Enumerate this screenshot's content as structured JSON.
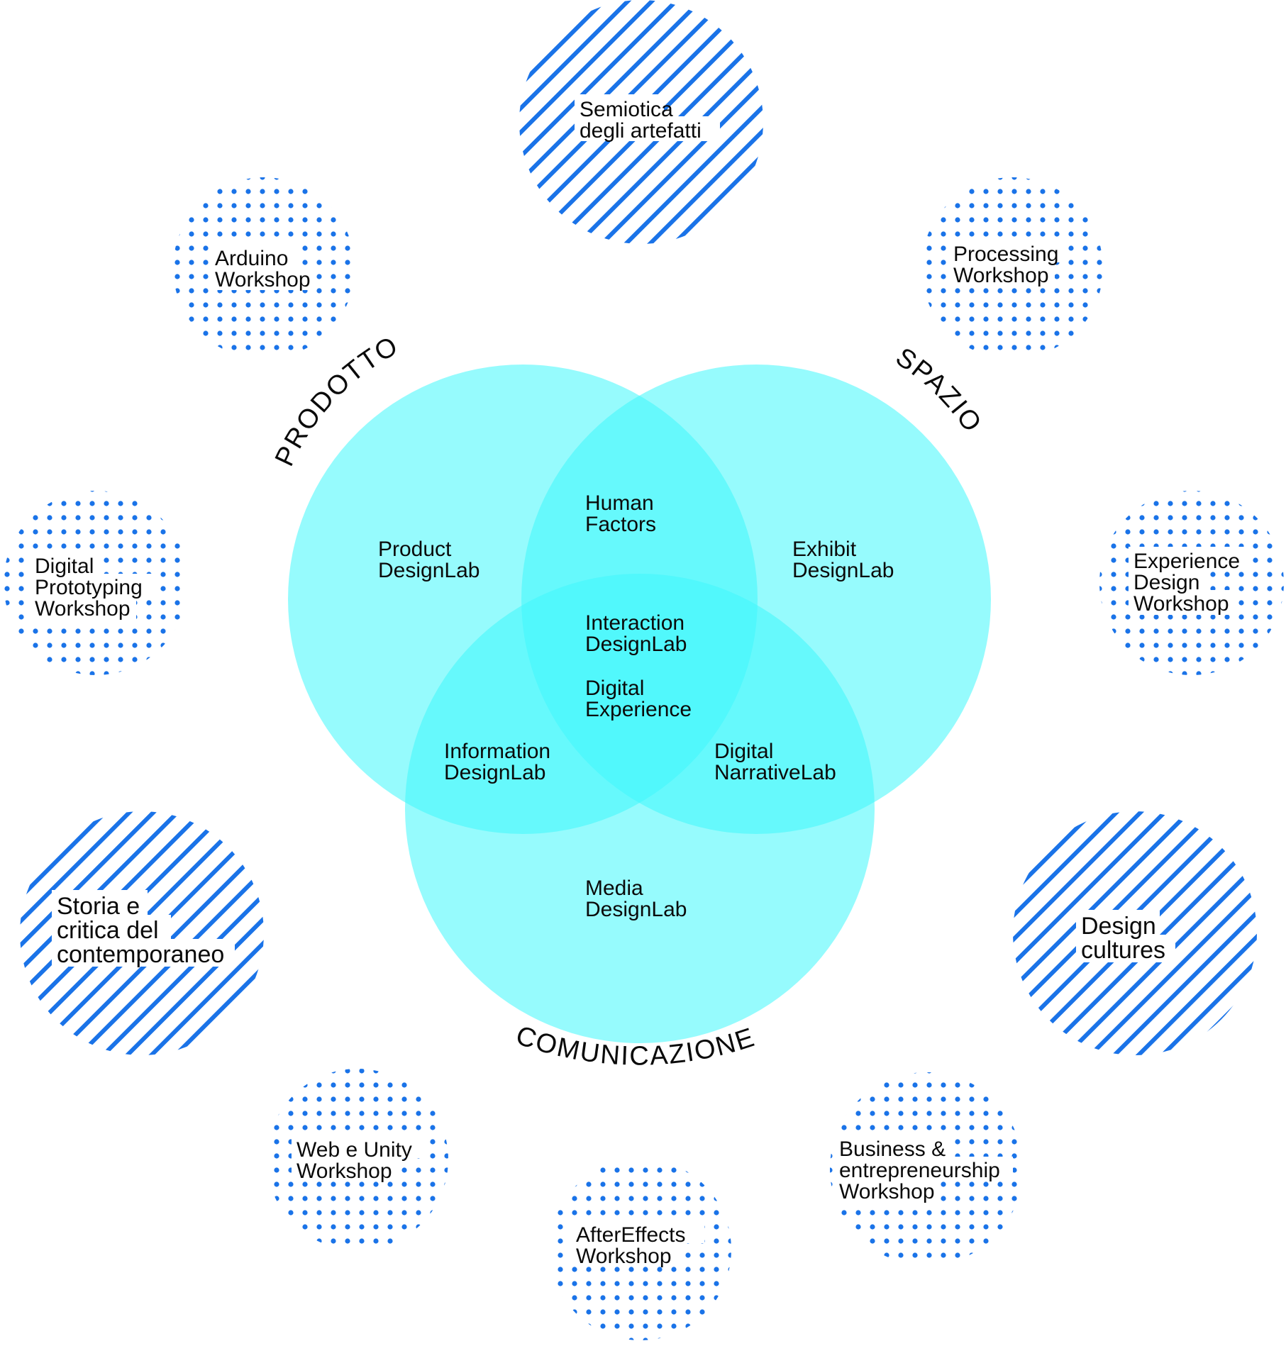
{
  "colors": {
    "venn_fill": "#3ff7fb",
    "venn_opacity": 0.55,
    "pattern_color": "#1a73e8",
    "text_color": "#0a0a0a",
    "background": "#ffffff"
  },
  "domains": {
    "prodotto": "PRODOTTO",
    "spazio": "SPAZIO",
    "comunicazione": "COMUNICAZIONE"
  },
  "venn_labels": {
    "product_lab": [
      "Product",
      "DesignLab"
    ],
    "exhibit_lab": [
      "Exhibit",
      "DesignLab"
    ],
    "human_factors": [
      "Human",
      "Factors"
    ],
    "interaction_lab": [
      "Interaction",
      "DesignLab"
    ],
    "digital_experience": [
      "Digital",
      "Experience"
    ],
    "information_lab": [
      "Information",
      "DesignLab"
    ],
    "digital_narrative": [
      "Digital",
      "NarrativeLab"
    ],
    "media_lab": [
      "Media",
      "DesignLab"
    ]
  },
  "satellites": {
    "semiotica": {
      "lines": [
        "Semiotica",
        "degli artefatti"
      ],
      "pattern": "stripes"
    },
    "arduino": {
      "lines": [
        "Arduino",
        "Workshop"
      ],
      "pattern": "dots"
    },
    "processing": {
      "lines": [
        "Processing",
        "Workshop"
      ],
      "pattern": "dots"
    },
    "digital_prototyping": {
      "lines": [
        "Digital",
        "Prototyping",
        "Workshop"
      ],
      "pattern": "dots"
    },
    "experience_design": {
      "lines": [
        "Experience",
        "Design",
        "Workshop"
      ],
      "pattern": "dots"
    },
    "storia": {
      "lines": [
        "Storia e",
        "critica del",
        "contemporaneo"
      ],
      "pattern": "stripes"
    },
    "design_cultures": {
      "lines": [
        "Design",
        "cultures"
      ],
      "pattern": "stripes"
    },
    "web_unity": {
      "lines": [
        "Web e Unity",
        "Workshop"
      ],
      "pattern": "dots"
    },
    "business": {
      "lines": [
        "Business &",
        "entrepreneurship",
        "Workshop"
      ],
      "pattern": "dots"
    },
    "aftereffects": {
      "lines": [
        "AfterEffects",
        "Workshop"
      ],
      "pattern": "dots"
    }
  }
}
